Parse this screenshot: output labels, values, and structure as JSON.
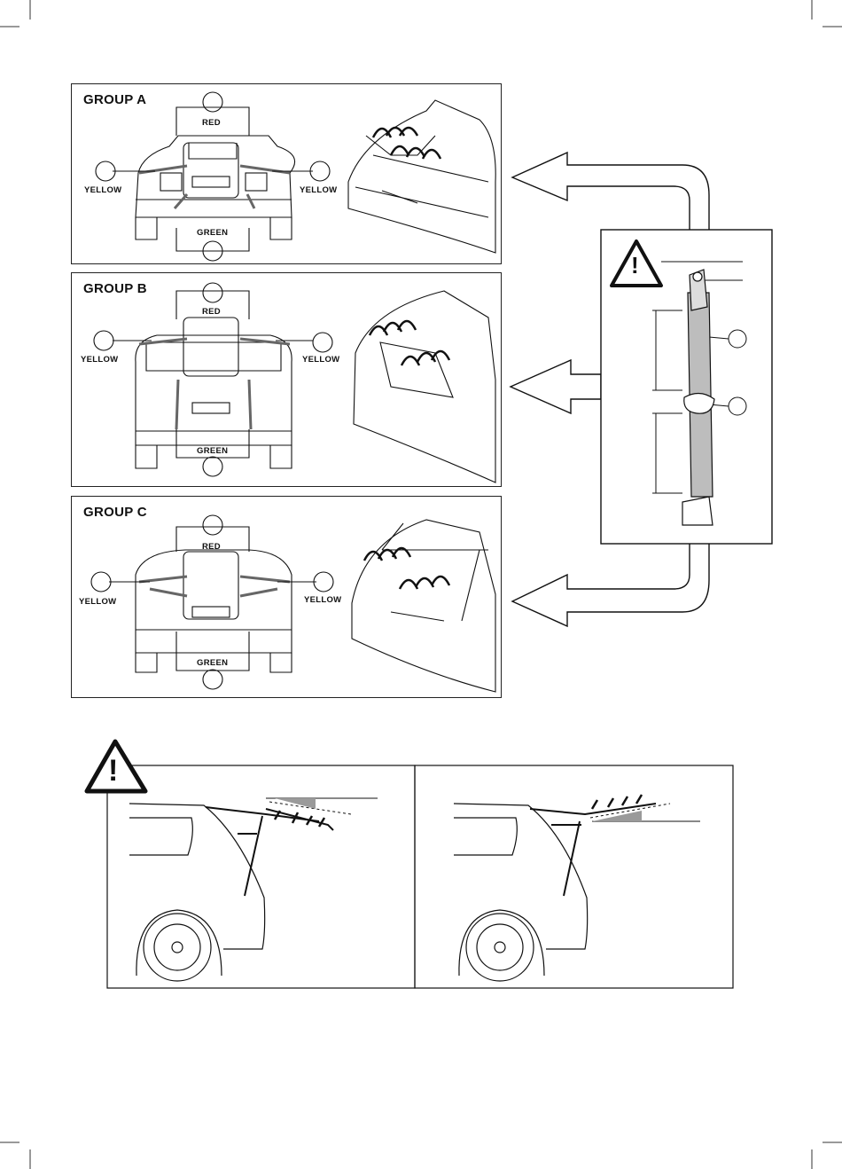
{
  "groups": [
    {
      "title": "GROUP A",
      "red": "RED",
      "yellow_left": "YELLOW",
      "yellow_right": "YELLOW",
      "green": "GREEN"
    },
    {
      "title": "GROUP B",
      "red": "RED",
      "yellow_left": "YELLOW",
      "yellow_right": "YELLOW",
      "green": "GREEN"
    },
    {
      "title": "GROUP C",
      "red": "RED",
      "yellow_left": "YELLOW",
      "yellow_right": "YELLOW",
      "green": "GREEN"
    }
  ],
  "warning_symbol": "!",
  "icons": [
    "warning-icon",
    "arrow-left-icon",
    "strap-icon",
    "callout-circle-icon"
  ],
  "colors": {
    "ink": "#111111",
    "strap": "#bdbdbd",
    "angle_fill": "#9a9a9a"
  }
}
